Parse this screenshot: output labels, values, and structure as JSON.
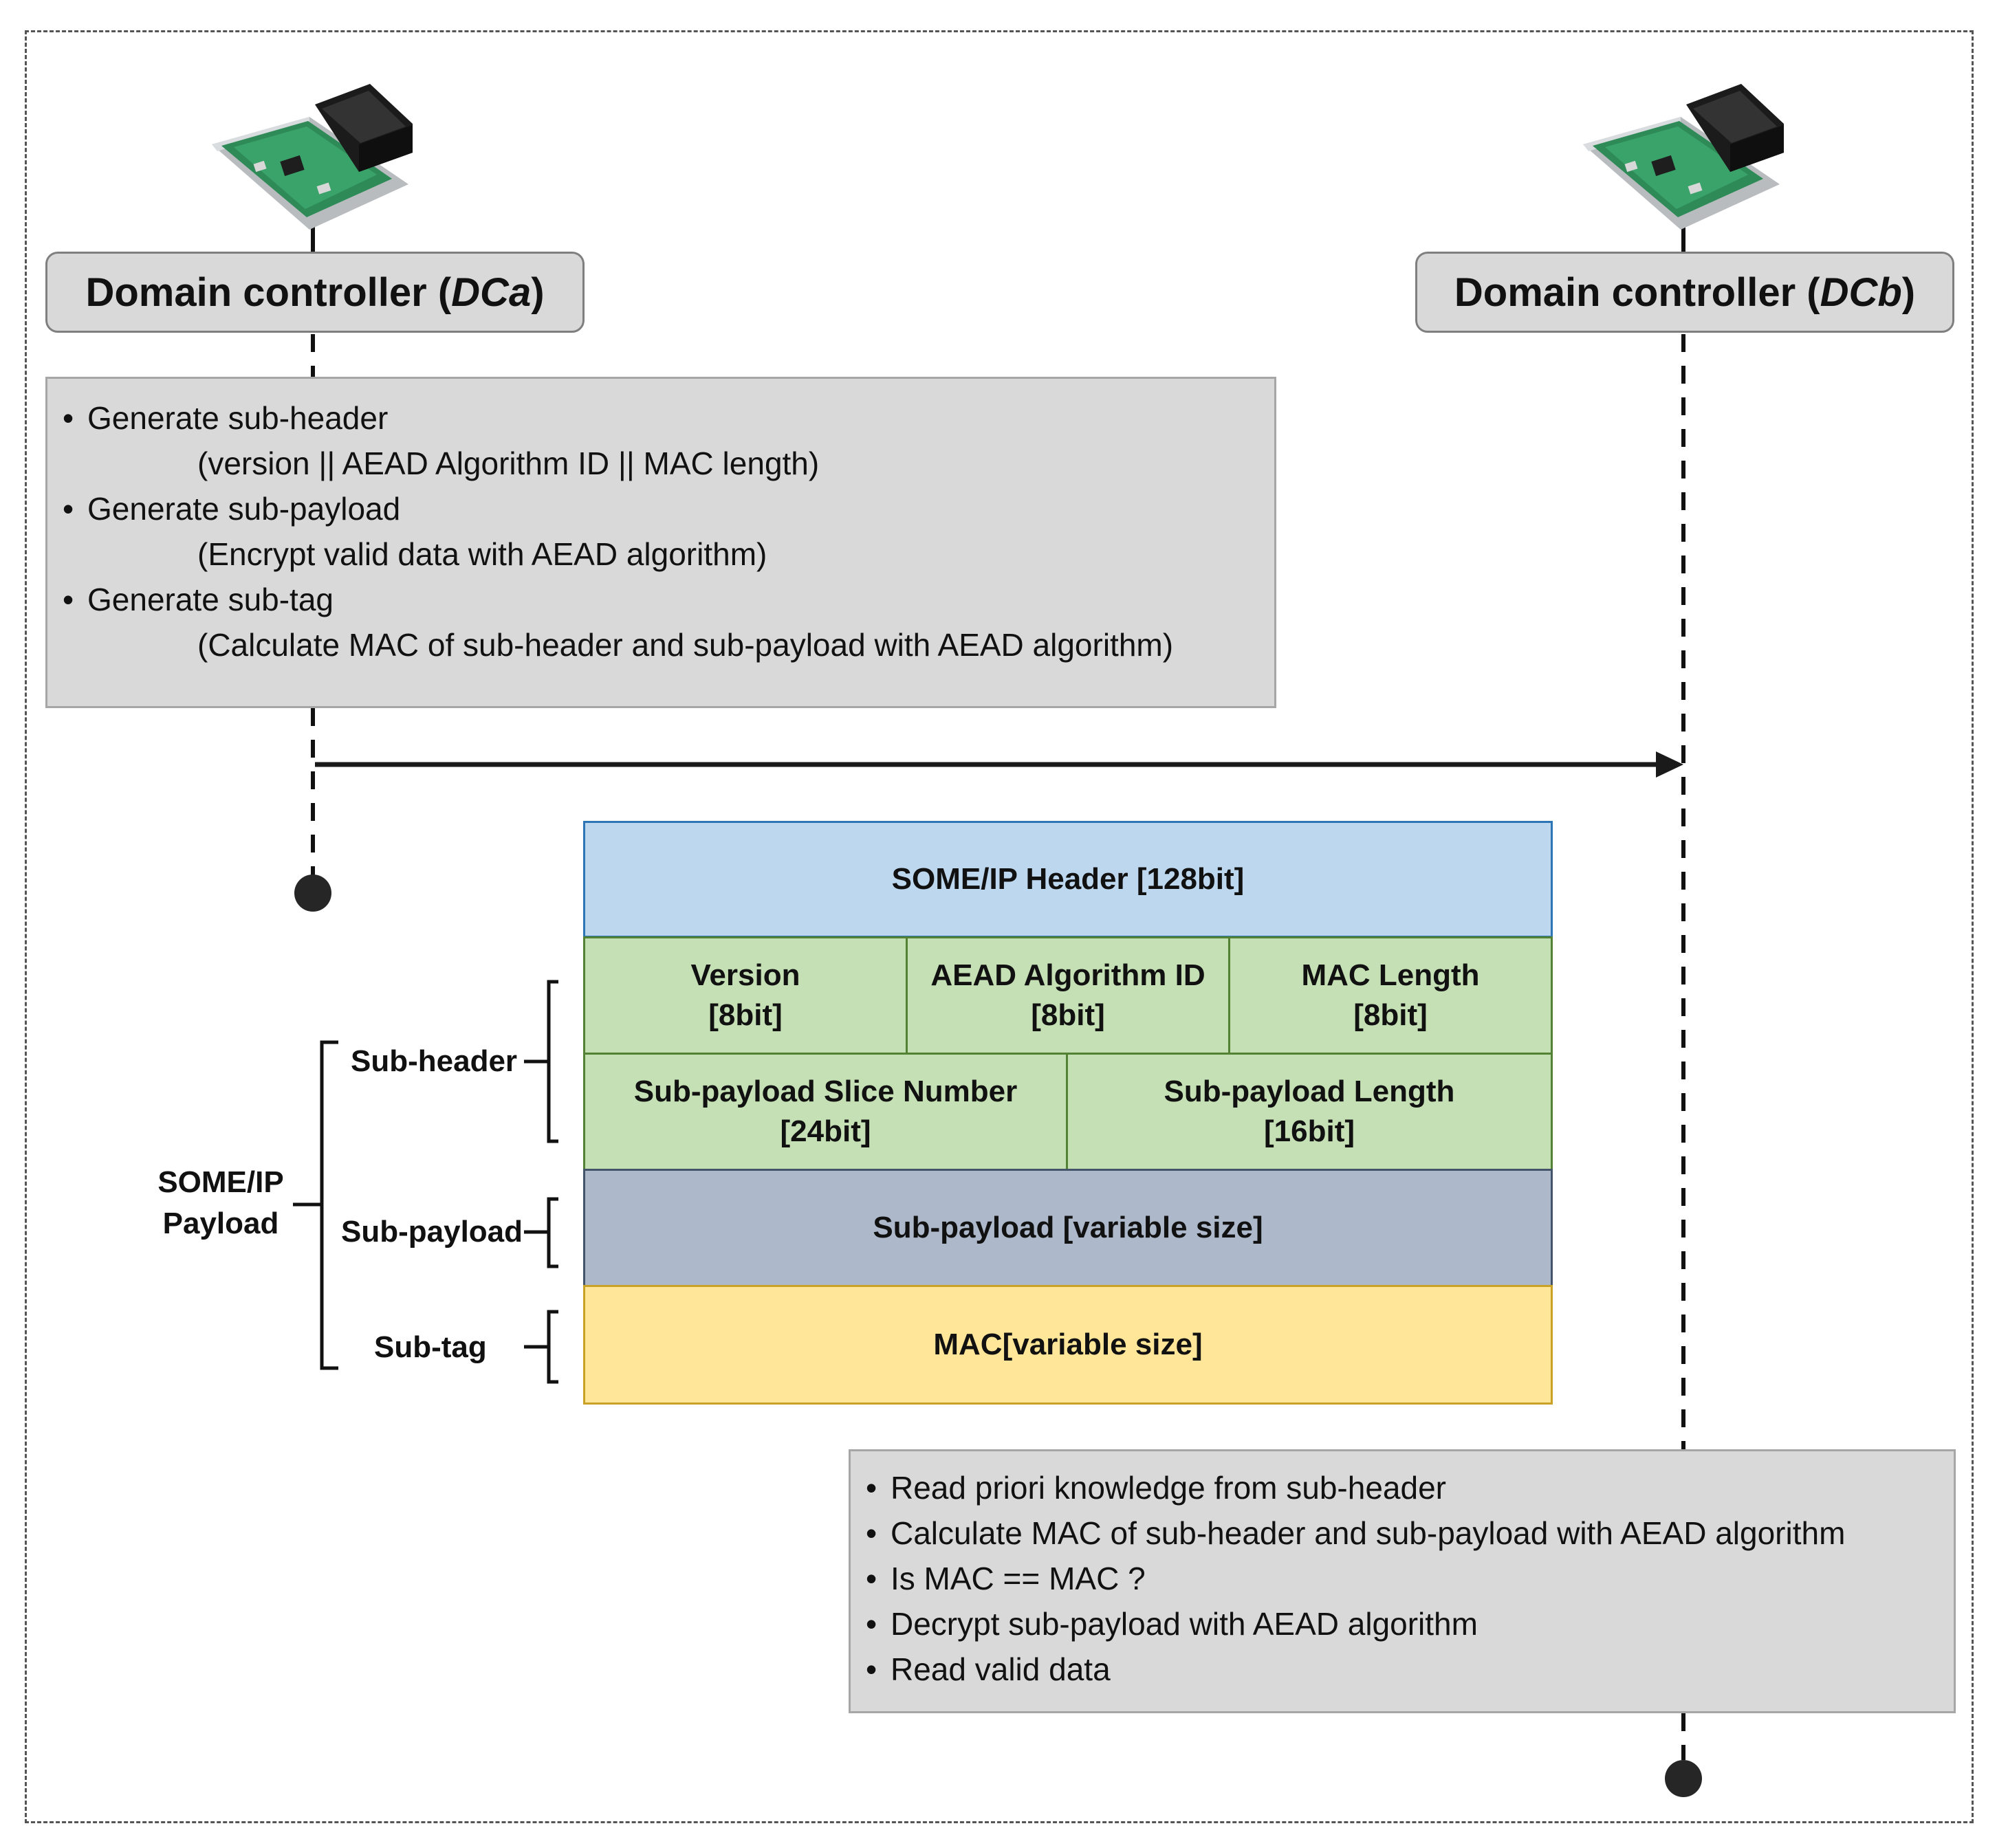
{
  "controllers": {
    "a": {
      "label": "Domain controller (",
      "id": "DCa",
      "close": ")"
    },
    "b": {
      "label": "Domain controller (",
      "id": "DCb",
      "close": ")"
    }
  },
  "sender_steps": [
    {
      "text": "Generate sub-header",
      "detail": "(version || AEAD Algorithm ID || MAC length)"
    },
    {
      "text": "Generate sub-payload",
      "detail": "(Encrypt valid data with AEAD algorithm)"
    },
    {
      "text": "Generate sub-tag",
      "detail": "(Calculate MAC of sub-header and sub-payload with AEAD algorithm)"
    }
  ],
  "bullet_glyph": "•",
  "packet": {
    "header": "SOME/IP Header [128bit]",
    "version": {
      "name": "Version",
      "size": "[8bit]"
    },
    "aead_id": {
      "name": "AEAD Algorithm ID",
      "size": "[8bit]"
    },
    "mac_length": {
      "name": "MAC Length",
      "size": "[8bit]"
    },
    "slice_number": {
      "name": "Sub-payload Slice Number",
      "size": "[24bit]"
    },
    "sub_payload_length": {
      "name": "Sub-payload Length",
      "size": "[16bit]"
    },
    "sub_payload": "Sub-payload [variable size]",
    "mac": "MAC[variable size]"
  },
  "braces": {
    "payload_line1": "SOME/IP",
    "payload_line2": "Payload",
    "sub_header": "Sub-header",
    "sub_payload": "Sub-payload",
    "sub_tag": "Sub-tag"
  },
  "receiver_steps": [
    "Read priori knowledge from sub-header",
    "Calculate MAC of sub-header and sub-payload with AEAD algorithm",
    "Is MAC == MAC ?",
    "Decrypt sub-payload with AEAD algorithm",
    "Read valid data"
  ]
}
